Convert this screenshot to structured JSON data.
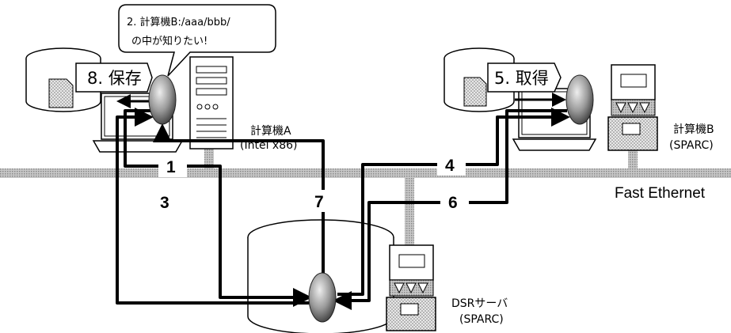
{
  "network": {
    "label": "Fast Ethernet"
  },
  "computers": {
    "a": {
      "name": "計算機A",
      "arch": "(Intel x86)"
    },
    "b": {
      "name": "計算機B",
      "arch": "(SPARC)"
    },
    "server": {
      "name": "DSRサーバ",
      "arch": "(SPARC)"
    }
  },
  "actions": {
    "save": "8. 保存",
    "fetch": "5. 取得"
  },
  "bubble": {
    "line1": "2. 計算機B:/aaa/bbb/",
    "line2": "の中が知りたい!"
  },
  "steps": [
    "1",
    "3",
    "4",
    "6",
    "7"
  ]
}
